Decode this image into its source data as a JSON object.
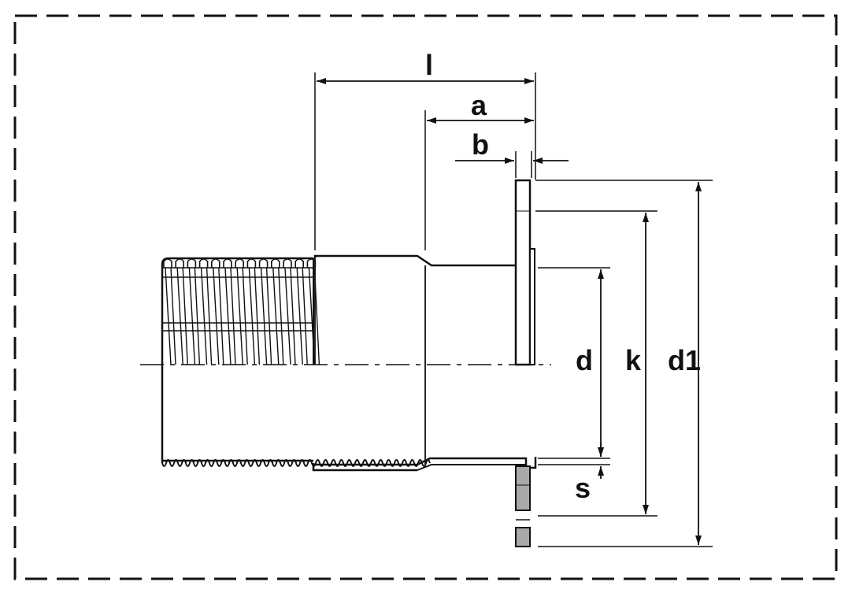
{
  "labels": {
    "l": "l",
    "a": "a",
    "b": "b",
    "d": "d",
    "k": "k",
    "d1": "d1",
    "s": "s"
  },
  "colors": {
    "line": "#111111",
    "flange_section": "#a9a9a9",
    "background": "#ffffff"
  }
}
